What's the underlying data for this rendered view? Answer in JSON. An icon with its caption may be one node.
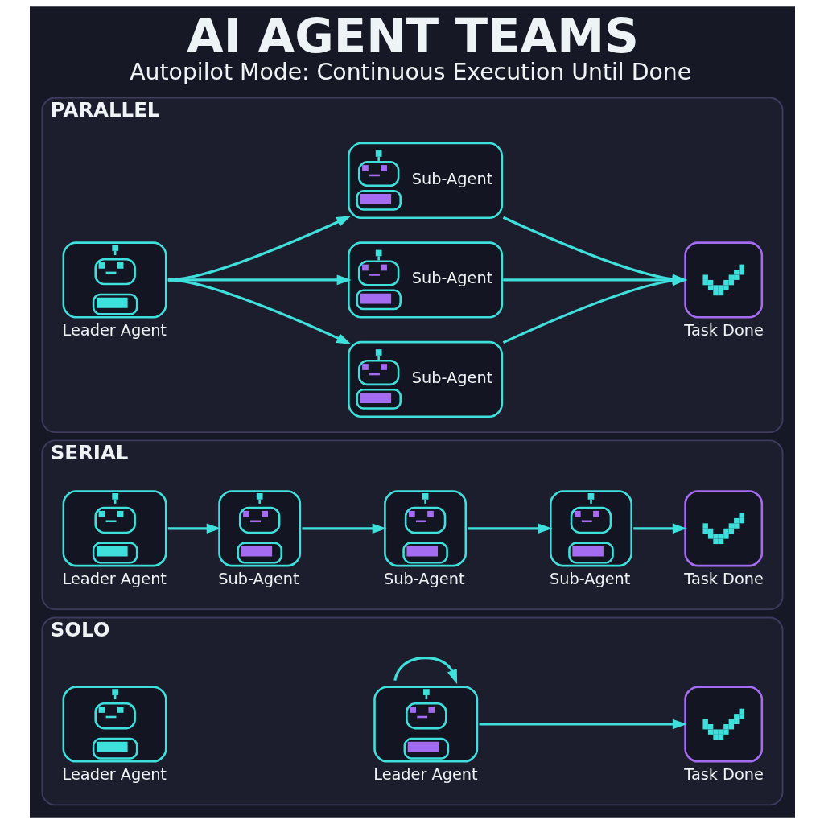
{
  "diagram": {
    "title": "AI AGENT TEAMS",
    "caption": "Autopilot Mode: Continuous Execution Until Done",
    "nodes": [
      {
        "text": [
          "PARALLEL"
        ]
      },
      {
        "text": [
          "Leader Agent"
        ],
        "in": 0
      },
      {
        "text": [
          "Sub-Agent"
        ],
        "in": 0
      },
      {
        "text": [
          "Sub-Agent"
        ],
        "in": 0
      },
      {
        "text": [
          "Sub-Agent"
        ],
        "in": 0
      },
      {
        "text": [
          "Task Done"
        ],
        "in": 0
      },
      {
        "text": [
          "SERIAL"
        ]
      },
      {
        "text": [
          "Leader Agent"
        ],
        "in": 6
      },
      {
        "text": [
          "Sub-Agent"
        ],
        "in": 6
      },
      {
        "text": [
          "Sub-Agent"
        ],
        "in": 6
      },
      {
        "text": [
          "Sub-Agent"
        ],
        "in": 6
      },
      {
        "text": [
          "Task Done"
        ],
        "in": 6
      },
      {
        "text": [
          "SOLO"
        ]
      },
      {
        "text": [
          "Leader Agent"
        ],
        "in": 12
      },
      {
        "text": [
          "Leader Agent"
        ],
        "in": 12
      },
      {
        "text": [
          "Task Done"
        ],
        "in": 12
      }
    ],
    "edges": [
      {
        "from": 1,
        "to": 2,
        "arrow": "to"
      },
      {
        "from": 1,
        "to": 3,
        "arrow": "to"
      },
      {
        "from": 1,
        "to": 4,
        "arrow": "to"
      },
      {
        "from": 2,
        "to": 5,
        "arrow": "to"
      },
      {
        "from": 3,
        "to": 5,
        "arrow": "to"
      },
      {
        "from": 4,
        "to": 5,
        "arrow": "to"
      },
      {
        "from": 7,
        "to": 8,
        "arrow": "to"
      },
      {
        "from": 8,
        "to": 9,
        "arrow": "to"
      },
      {
        "from": 9,
        "to": 10,
        "arrow": "to"
      },
      {
        "from": 10,
        "to": 11,
        "arrow": "to"
      },
      {
        "from": 14,
        "to": 14,
        "arrow": "to"
      },
      {
        "from": 14,
        "to": 15,
        "arrow": "to"
      }
    ]
  }
}
